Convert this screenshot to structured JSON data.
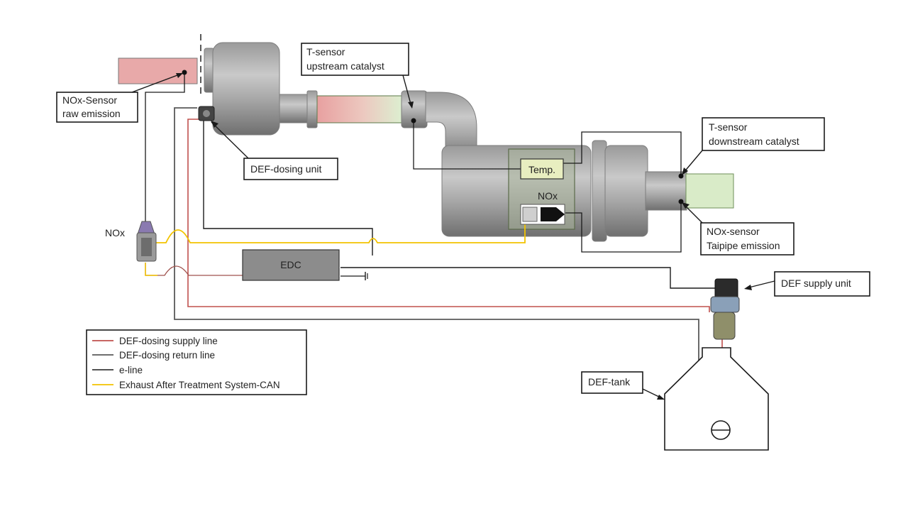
{
  "labels": {
    "nox_sensor_raw": [
      "NOx-Sensor",
      "raw emission"
    ],
    "t_sensor_up": [
      "T-sensor",
      "upstream catalyst"
    ],
    "t_sensor_down": [
      "T-sensor",
      "downstream catalyst"
    ],
    "def_dosing_unit": "DEF-dosing unit",
    "nox_sensor_tail": [
      "NOx-sensor",
      "Taipipe emission"
    ],
    "def_supply_unit": "DEF supply unit",
    "def_tank": "DEF-tank",
    "edc": "EDC",
    "nox_left": "NOx",
    "nox_cat": "NOx",
    "temp": "Temp."
  },
  "legend": [
    {
      "label": "DEF-dosing supply line",
      "color": "#c0504d"
    },
    {
      "label": "DEF-dosing return line",
      "color": "#595959"
    },
    {
      "label": "e-line",
      "color": "#1a1a1a"
    },
    {
      "label": "Exhaust After Treatment System-CAN",
      "color": "#f2c300"
    }
  ],
  "colors": {
    "supply_line": "#c0504d",
    "return_line": "#595959",
    "e_line": "#1a1a1a",
    "can_line": "#f2c300",
    "raw_exhaust": "#e8a9a9",
    "clean_exhaust": "#d9ebc8",
    "edc_box": "#8c8c8c"
  }
}
